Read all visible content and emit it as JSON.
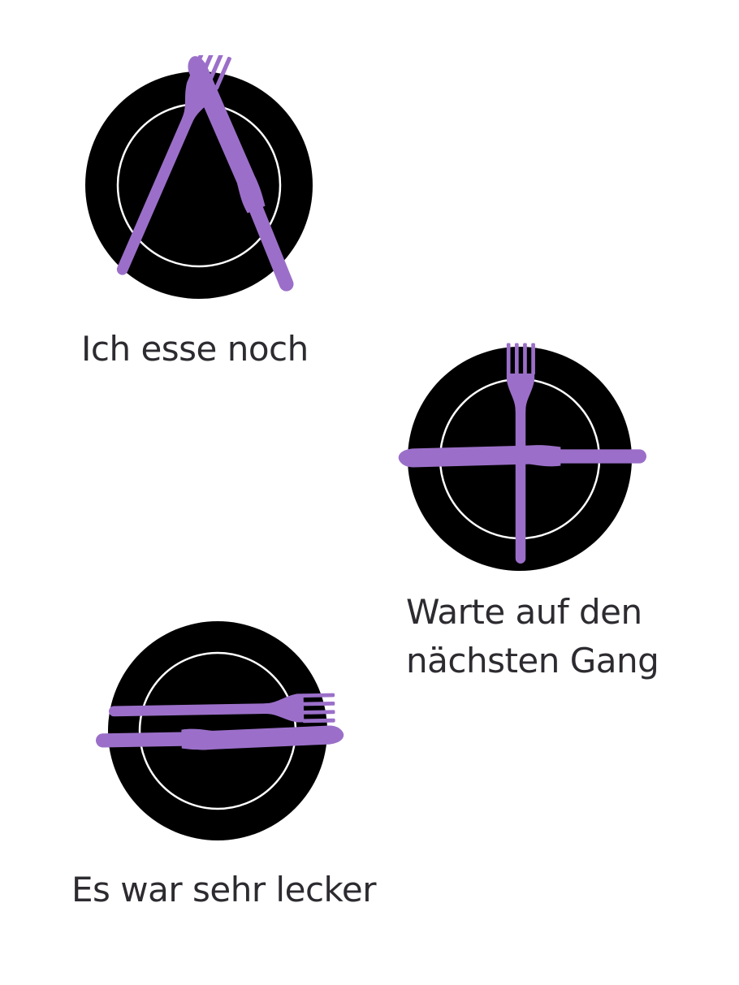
{
  "colors": {
    "plate": "#000000",
    "plate_rim": "#ffffff",
    "cutlery": "#9b6fc9",
    "text": "#2d2b30",
    "background": "#ffffff"
  },
  "plates": [
    {
      "caption_lines": [
        "Ich esse noch"
      ],
      "cutlery": [
        "fork",
        "knife"
      ],
      "arrangement": "crossed-tips-up"
    },
    {
      "caption_lines": [
        "Warte auf den",
        "nächsten Gang"
      ],
      "cutlery": [
        "fork",
        "knife"
      ],
      "arrangement": "cross"
    },
    {
      "caption_lines": [
        "Es war sehr lecker"
      ],
      "cutlery": [
        "fork",
        "knife"
      ],
      "arrangement": "parallel-horizontal"
    }
  ]
}
